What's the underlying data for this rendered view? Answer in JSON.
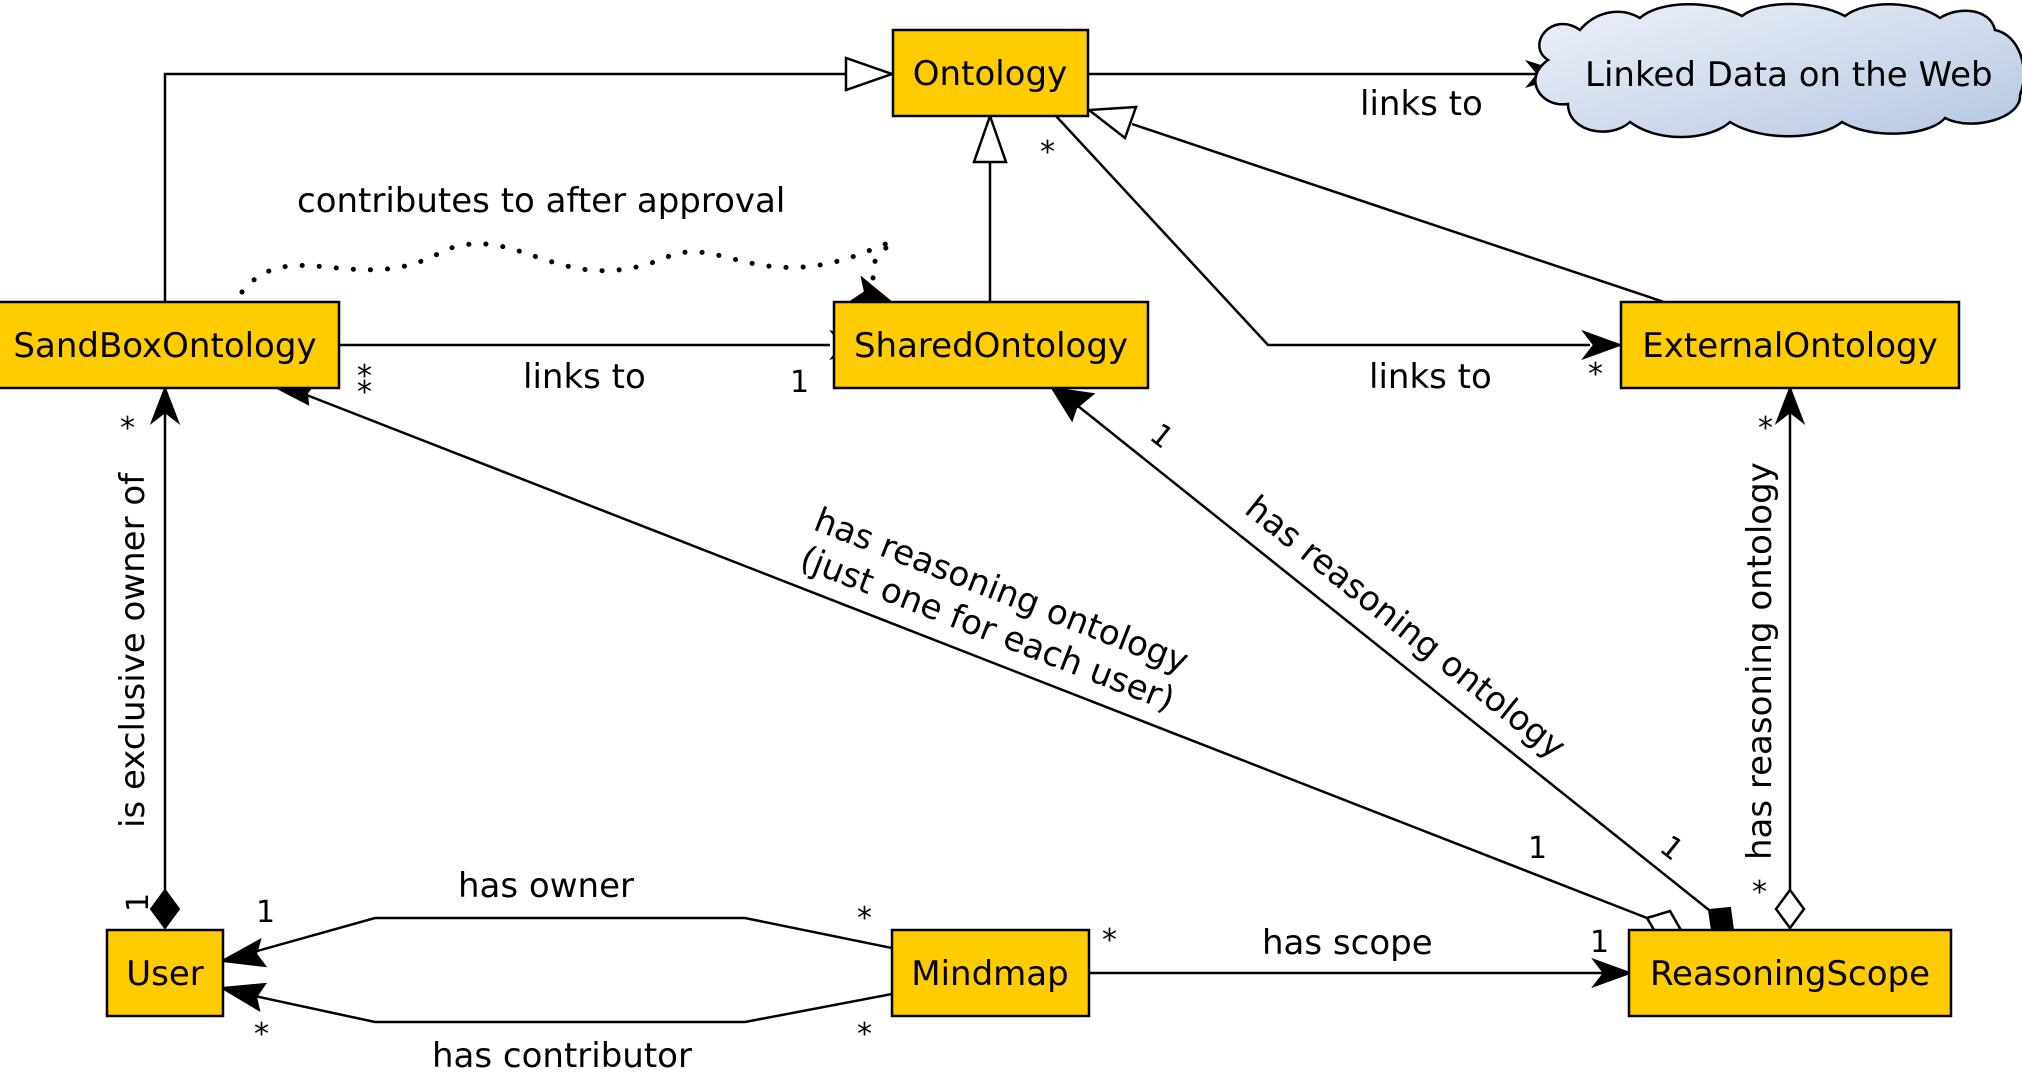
{
  "classes": {
    "ontology": "Ontology",
    "sandbox": "SandBoxOntology",
    "shared": "SharedOntology",
    "external": "ExternalOntology",
    "user": "User",
    "mindmap": "Mindmap",
    "scope": "ReasoningScope"
  },
  "cloud": {
    "label": "Linked Data on the Web",
    "fill_start": "#eef2fa",
    "fill_end": "#b6c7e2"
  },
  "colors": {
    "class_fill": "#ffcc00",
    "stroke": "#000000"
  },
  "relations": {
    "ontology_linked": {
      "label": "links to"
    },
    "contributes": {
      "label": "contributes to after approval"
    },
    "sandbox_shared": {
      "label": "links to",
      "src": "*",
      "src2": "*",
      "tgt": "1"
    },
    "ontology_external": {
      "label": "links to",
      "src": "*",
      "tgt": "*"
    },
    "user_sandbox": {
      "label": "is exclusive owner of",
      "src": "1",
      "tgt": "*"
    },
    "scope_sandbox": {
      "label_line1": "has reasoning ontology",
      "label_line2": "(just one for each user)",
      "src": "1"
    },
    "scope_shared": {
      "label": "has reasoning ontology",
      "src": "1",
      "tgt": "1"
    },
    "scope_external": {
      "label": "has reasoning ontology",
      "src": "*",
      "tgt": "*"
    },
    "mindmap_owner": {
      "label": "has owner",
      "src": "*",
      "tgt": "1"
    },
    "mindmap_contributor": {
      "label": "has contributor",
      "src": "*",
      "tgt": "*"
    },
    "mindmap_scope": {
      "label": "has scope",
      "src": "*",
      "tgt": "1"
    }
  }
}
